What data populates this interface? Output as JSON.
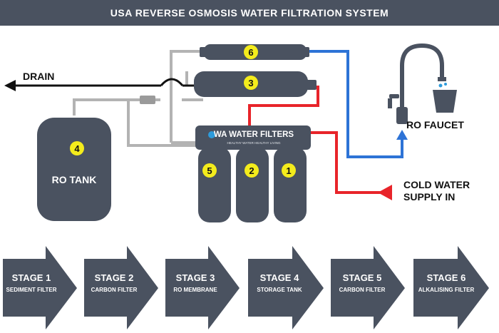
{
  "header": {
    "title": "USA REVERSE OSMOSIS WATER FILTRATION SYSTEM"
  },
  "labels": {
    "drain": "DRAIN",
    "ro_faucet": "RO FAUCET",
    "cold_water_line1": "COLD WATER",
    "cold_water_line2": "SUPPLY IN",
    "ro_tank": "RO TANK"
  },
  "brand": {
    "name": "WA WATER FILTERS",
    "tagline": "HEALTHY WATER HEALTHY LIVING"
  },
  "numbers": {
    "filter_6": "6",
    "filter_3": "3",
    "tank_4": "4",
    "canister_5": "5",
    "canister_2": "2",
    "canister_1": "1"
  },
  "stages": [
    {
      "title": "STAGE 1",
      "subtitle": "SEDIMENT FILTER"
    },
    {
      "title": "STAGE 2",
      "subtitle": "CARBON FILTER"
    },
    {
      "title": "STAGE 3",
      "subtitle": "RO MEMBRANE"
    },
    {
      "title": "STAGE 4",
      "subtitle": "STORAGE TANK"
    },
    {
      "title": "STAGE 5",
      "subtitle": "CARBON FILTER"
    },
    {
      "title": "STAGE 6",
      "subtitle": "ALKALISING FILTER"
    }
  ],
  "colors": {
    "slate": "#4a5260",
    "badge_yellow": "#f4ec1c",
    "cold_line": "#e8242a",
    "pure_line": "#2d73d6",
    "grey_line": "#b3b3b3",
    "drain_line": "#111111"
  }
}
